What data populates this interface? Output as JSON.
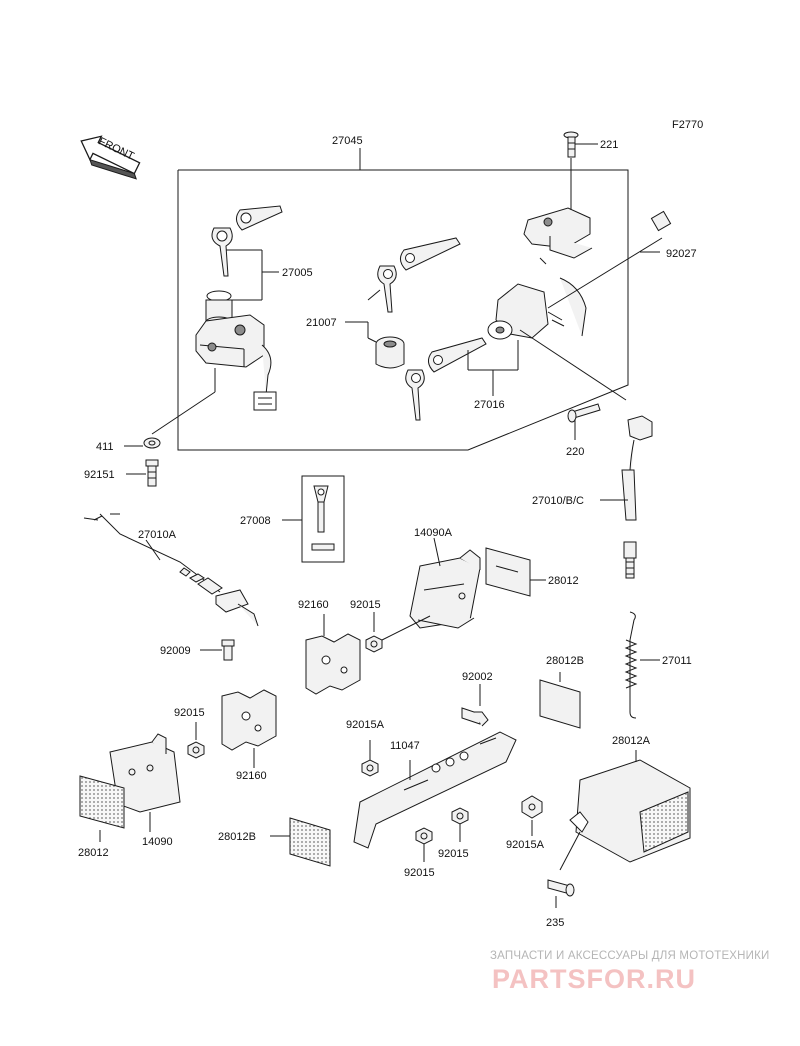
{
  "figure_code": "F2770",
  "front_marker": "FRONT",
  "part_labels": {
    "p27045": "27045",
    "p221": "221",
    "p92027": "92027",
    "p27005": "27005",
    "p21007": "21007",
    "p27016": "27016",
    "p411": "411",
    "p92151": "92151",
    "p220": "220",
    "p27010bc": "27010/B/C",
    "p27010a": "27010A",
    "p27008": "27008",
    "p14090a": "14090A",
    "p28012_top": "28012",
    "p92160_top": "92160",
    "p92015_top": "92015",
    "p92009": "92009",
    "p92002": "92002",
    "p28012b_right": "28012B",
    "p27011": "27011",
    "p92015_left": "92015",
    "p92015a_mid": "92015A",
    "p11047": "11047",
    "p28012a": "28012A",
    "p92160_bot": "92160",
    "p28012_bot": "28012",
    "p14090": "14090",
    "p28012b_bot": "28012B",
    "p92015_bot": "92015",
    "p92015_mid": "92015",
    "p92015a_bot": "92015A",
    "p235": "235"
  },
  "watermark": {
    "tagline": "ЗАПЧАСТИ И АКСЕССУАРЫ ДЛЯ МОТОТЕХНИКИ",
    "brand": "PARTSFOR.RU"
  },
  "colors": {
    "line": "#1a1a1a",
    "part_fill": "#f2f2f2",
    "part_shade": "#8c8c8c",
    "watermark_brand": "#f4c2c2",
    "watermark_text": "#b5b5b5"
  }
}
